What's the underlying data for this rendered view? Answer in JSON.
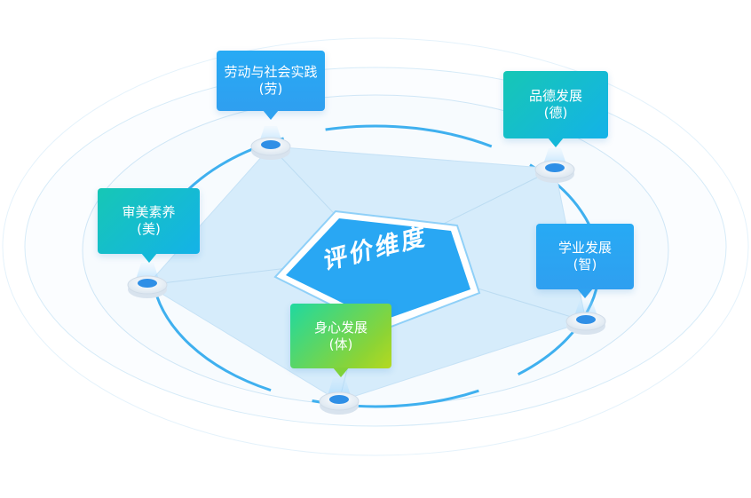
{
  "center": {
    "title": "评价维度"
  },
  "dimensions": [
    {
      "id": "labor",
      "line1": "劳动与社会实践",
      "line2": "(劳)"
    },
    {
      "id": "morality",
      "line1": "品德发展",
      "line2": "(德)"
    },
    {
      "id": "academic",
      "line1": "学业发展",
      "line2": "(智)"
    },
    {
      "id": "physical",
      "line1": "身心发展",
      "line2": "(体)"
    },
    {
      "id": "aesthetic",
      "line1": "审美素养",
      "line2": "(美)"
    }
  ],
  "colors": {
    "blue": "#2fa2f0",
    "teal": "#14b8d8",
    "green": "#7fd23a",
    "center": "#29a7f3",
    "radar_fill": "#d6ecfb",
    "ring": "#3fb0ef"
  }
}
